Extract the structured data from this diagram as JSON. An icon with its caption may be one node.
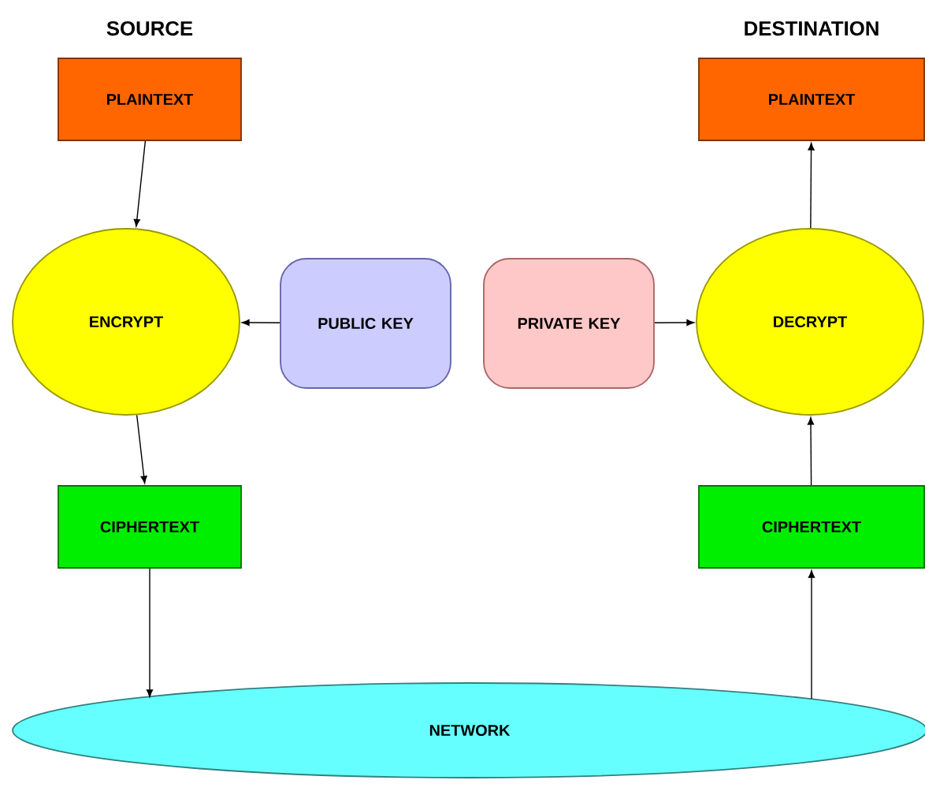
{
  "diagram": {
    "nodes": [
      {
        "text": [
          "PLAINTEXT"
        ]
      },
      {
        "text": [
          "ENCRYPT"
        ]
      },
      {
        "text": [
          "PUBLIC KEY"
        ]
      },
      {
        "text": [
          "PRIVATE KEY"
        ]
      },
      {
        "text": [
          "DECRYPT"
        ]
      },
      {
        "text": [
          "PLAINTEXT"
        ]
      },
      {
        "text": [
          "CIPHERTEXT"
        ]
      },
      {
        "text": [
          "CIPHERTEXT"
        ]
      },
      {
        "text": [
          "NETWORK"
        ]
      }
    ],
    "edges": [
      {
        "from": 0,
        "to": 1,
        "arrow": "to"
      },
      {
        "from": 2,
        "to": 1,
        "arrow": "to"
      },
      {
        "from": 3,
        "to": 4,
        "arrow": "to"
      },
      {
        "from": 1,
        "to": 6,
        "arrow": "to"
      },
      {
        "from": 6,
        "to": 8,
        "arrow": "to"
      },
      {
        "from": 8,
        "to": 7,
        "arrow": "to"
      },
      {
        "from": 7,
        "to": 4,
        "arrow": "to"
      },
      {
        "from": 4,
        "to": 5,
        "arrow": "to"
      }
    ],
    "labels": [
      "SOURCE",
      "DESTINATION"
    ]
  }
}
